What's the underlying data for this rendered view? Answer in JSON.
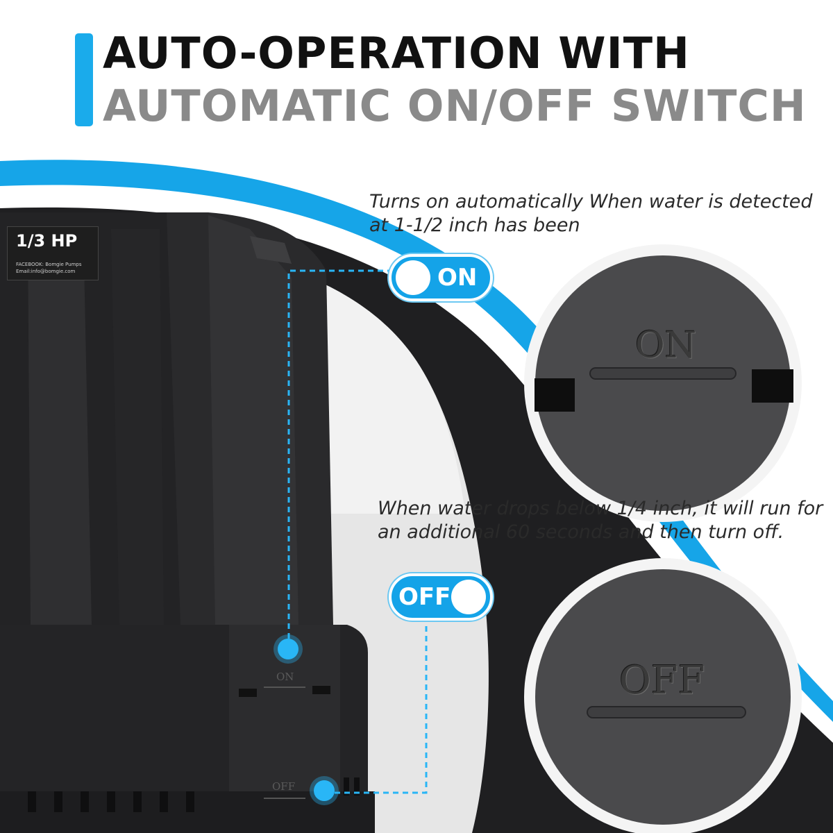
{
  "heading": {
    "line1": "AUTO-OPERATION WITH",
    "line2": "AUTOMATIC ON/OFF SWITCH"
  },
  "on_section": {
    "description": [
      "Turns on automatically When water is detected",
      "at 1-1/2 inch has been"
    ],
    "toggle_label": "ON",
    "embossed_label": "ON"
  },
  "off_section": {
    "description": [
      "When water drops below 1/4 inch, it will run for",
      "an additional 60 seconds and then turn off."
    ],
    "toggle_label": "OFF",
    "embossed_label": "OFF"
  },
  "pump_label": {
    "rating": "1/3 HP",
    "line_a": "FACEBOOK: Bomgie Pumps",
    "line_b": "Email:info@bomgie.com"
  },
  "pump_markings": {
    "on": "ON",
    "off": "OFF"
  },
  "colors": {
    "accent": "#1aabeb",
    "title_dark": "#111111",
    "title_gray": "#8a8a8a",
    "pump_body": "#2b2b2b",
    "detail_circle": "#4a4a4a"
  },
  "icons": [
    "toggle-on-icon",
    "toggle-off-icon",
    "sensor-dot-icon"
  ]
}
